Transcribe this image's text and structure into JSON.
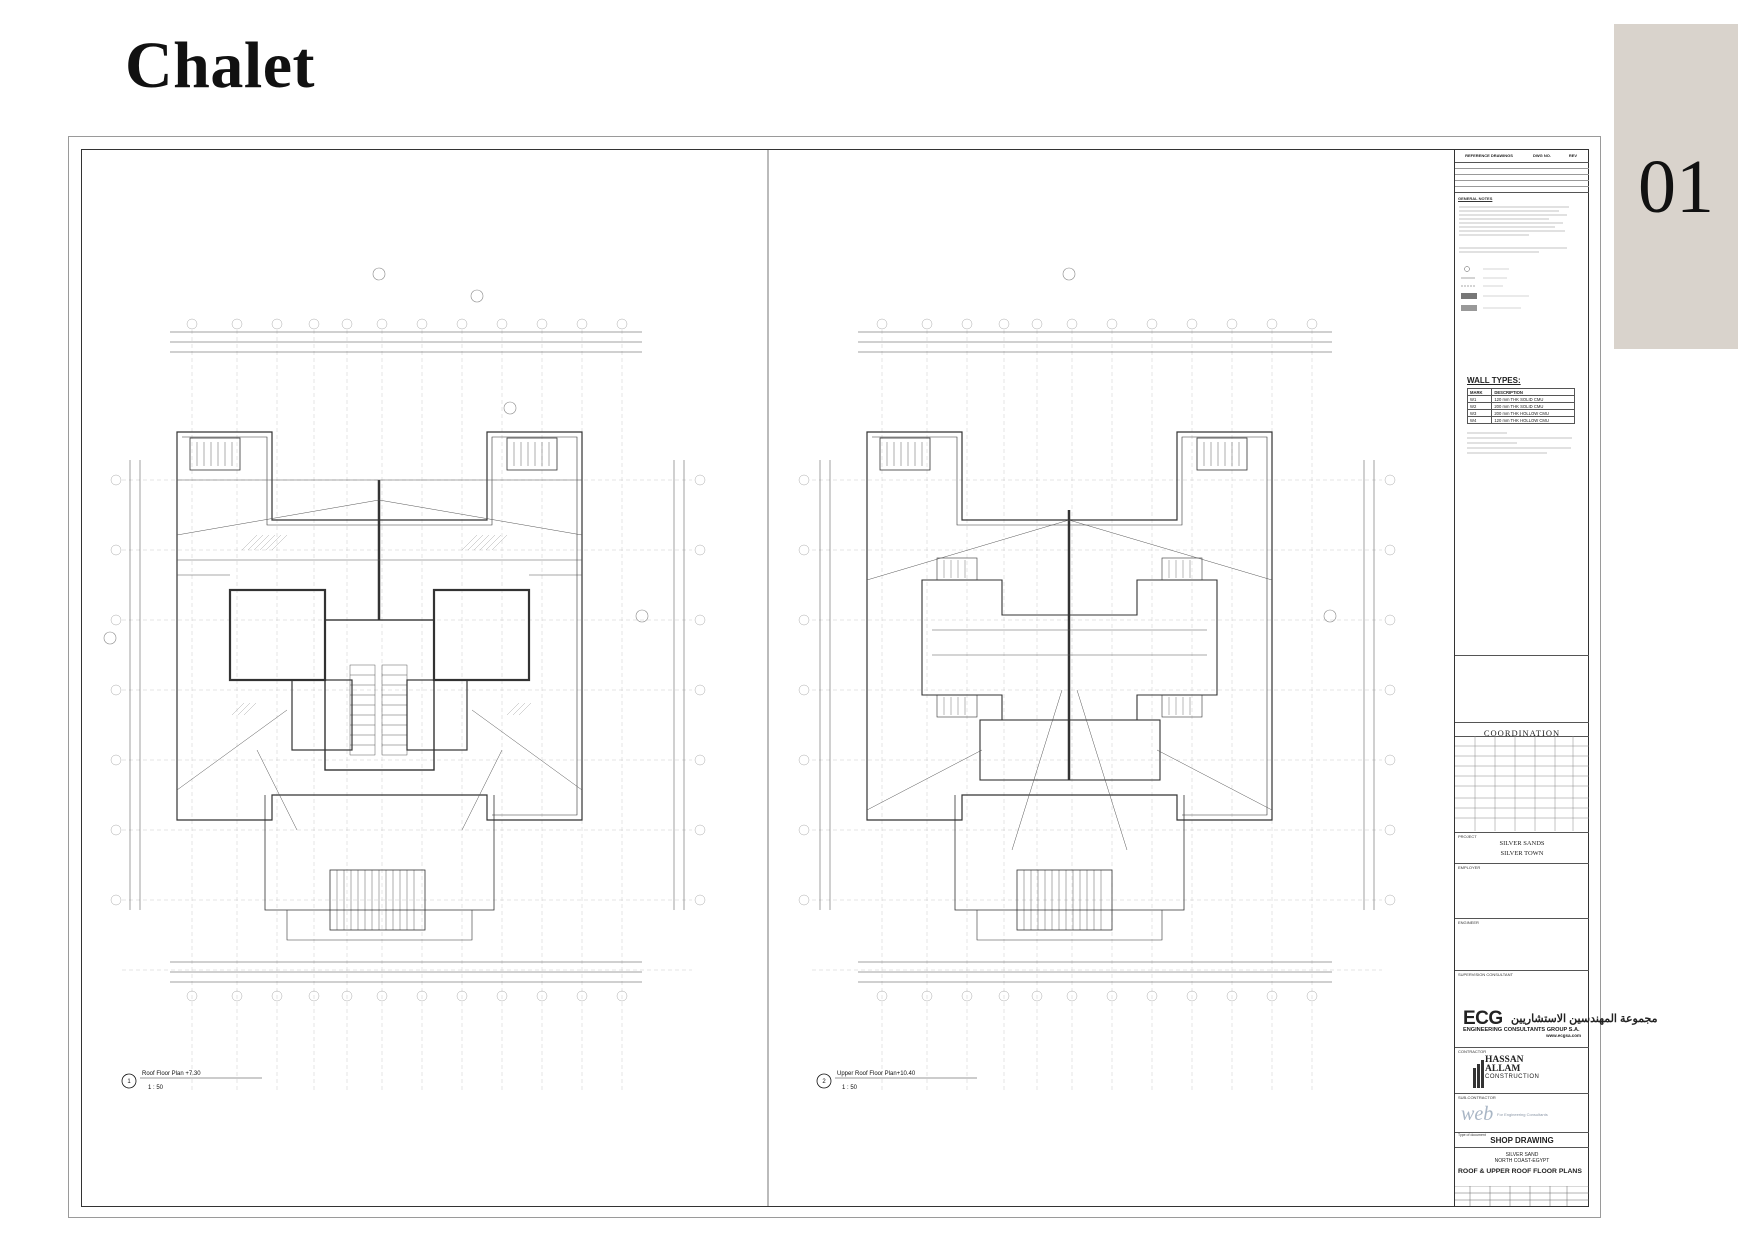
{
  "page": {
    "title": "Chalet",
    "tab_number": "01"
  },
  "plans": [
    {
      "number": "1",
      "name": "Roof Floor Plan +7.30",
      "scale": "1 : 50"
    },
    {
      "number": "2",
      "name": "Upper Roof Floor Plan+10.40",
      "scale": "1 : 50"
    }
  ],
  "title_block": {
    "reference_drawings": "REFERENCE DRAWINGS",
    "dwg_no": "DWG NO.",
    "rev": "REV",
    "general_notes_title": "GENERAL NOTES",
    "wall_types": {
      "title": "WALL TYPES:",
      "header": [
        "MARK",
        "DESCRIPTION"
      ],
      "rows": [
        [
          "W1",
          "120 mm THK SOLID CMU"
        ],
        [
          "W2",
          "200 mm THK SOLID CMU"
        ],
        [
          "W3",
          "200 mm THK HOLLOW CMU"
        ],
        [
          "W4",
          "120 mm THK HOLLOW CMU"
        ]
      ]
    },
    "coordination": "COORDINATION",
    "project_label": "PROJECT",
    "project_name": "SILVER SANDS",
    "project_town": "SILVER TOWN",
    "employer_label": "EMPLOYER",
    "engineer_label": "ENGINEER",
    "consultant_label": "SUPERVISION CONSULTANT",
    "ecg_mark": "ECG",
    "ecg_arabic": "مجموعة المهندسين الاستشاريين",
    "ecg_name": "ENGINEERING CONSULTANTS GROUP S.A.",
    "ecg_web": "www.ecgsa.com",
    "contractor_label": "CONTRACTOR",
    "contractor_name_1": "HASSAN",
    "contractor_name_2": "ALLAM",
    "contractor_sub": "CONSTRUCTION",
    "subcontractor_label": "SUB-CONTRACTOR",
    "subcontractor_logo": "web",
    "subcontractor_sub": "For Engineering Consultants",
    "type_label": "Type of document",
    "type_value": "SHOP DRAWING",
    "site_line_1": "SILVER SAND",
    "site_line_2": "NORTH COAST-EGYPT",
    "sheet_title": "ROOF & UPPER ROOF FLOOR PLANS"
  }
}
